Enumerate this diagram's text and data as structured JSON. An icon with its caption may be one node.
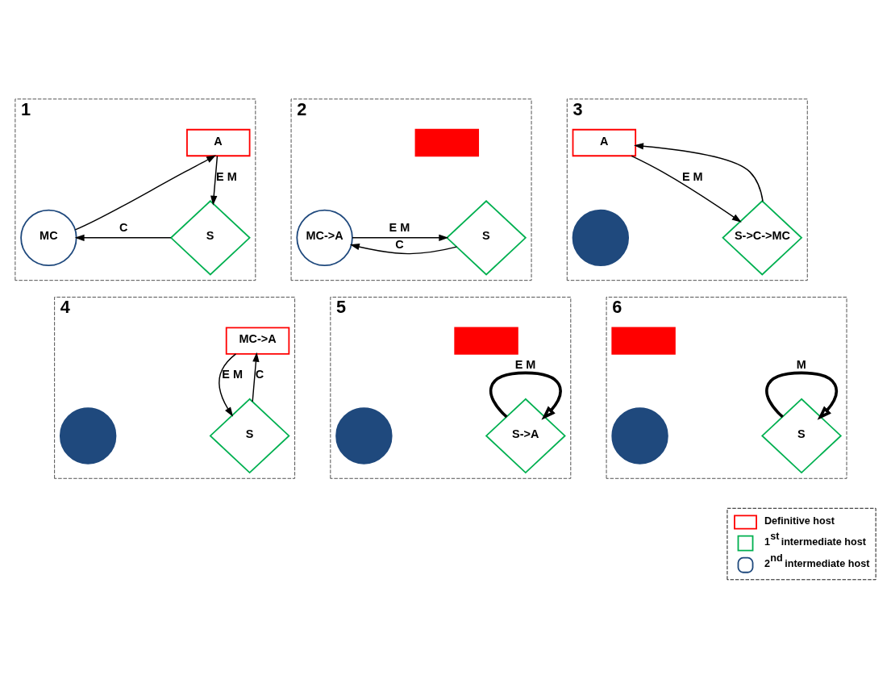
{
  "diagram": {
    "nodes": [
      {
        "text": [
          "1"
        ]
      },
      {
        "text": [
          "A"
        ],
        "in": 0
      },
      {
        "text": [
          "MC"
        ],
        "in": 0
      },
      {
        "text": [
          "S"
        ],
        "in": 0
      },
      {
        "text": [
          "2"
        ]
      },
      {
        "text": [],
        "shape": "box",
        "in": 4
      },
      {
        "text": [
          "MC->A"
        ],
        "in": 4
      },
      {
        "text": [
          "S"
        ],
        "in": 4
      },
      {
        "text": [
          "3"
        ]
      },
      {
        "text": [
          "A"
        ],
        "in": 8
      },
      {
        "text": [],
        "shape": "circle",
        "in": 8
      },
      {
        "text": [
          "S->C->MC"
        ],
        "in": 8
      },
      {
        "text": [
          "4"
        ]
      },
      {
        "text": [
          "MC->A"
        ],
        "in": 12
      },
      {
        "text": [],
        "shape": "circle",
        "in": 12
      },
      {
        "text": [
          "S"
        ],
        "in": 12
      },
      {
        "text": [
          "5"
        ]
      },
      {
        "text": [],
        "shape": "box",
        "in": 16
      },
      {
        "text": [],
        "shape": "circle",
        "in": 16
      },
      {
        "text": [
          "S->A"
        ],
        "in": 16
      },
      {
        "text": [
          "6"
        ]
      },
      {
        "text": [],
        "shape": "box",
        "in": 20
      },
      {
        "text": [],
        "shape": "circle",
        "in": 20
      },
      {
        "text": [
          "S"
        ],
        "in": 20
      }
    ],
    "edges": [
      {
        "from": 2,
        "to": 1,
        "arrow": "to"
      },
      {
        "from": 1,
        "to": 3,
        "arrow": "to",
        "label": "E M"
      },
      {
        "from": 3,
        "to": 2,
        "arrow": "to",
        "label": "C"
      },
      {
        "from": 6,
        "to": 7,
        "arrow": "to",
        "label": "E M"
      },
      {
        "from": 7,
        "to": 6,
        "arrow": "to",
        "label": "C"
      },
      {
        "from": 11,
        "to": 9,
        "arrow": "to"
      },
      {
        "from": 9,
        "to": 11,
        "arrow": "to",
        "label": "E M"
      },
      {
        "from": 15,
        "to": 13,
        "arrow": "to",
        "label": "C"
      },
      {
        "from": 13,
        "to": 15,
        "arrow": "to",
        "label": "E M"
      },
      {
        "from": 19,
        "to": 19,
        "arrow": "to",
        "label": "E M",
        "style": "thick"
      },
      {
        "from": 23,
        "to": 23,
        "arrow": "to",
        "label": "M",
        "style": "thick"
      }
    ],
    "legend": [
      {
        "text": "Definitive host"
      },
      {
        "text": "1$^{st}$ intermediate host"
      },
      {
        "text": "2$^{nd}$ intermediate host"
      }
    ]
  }
}
